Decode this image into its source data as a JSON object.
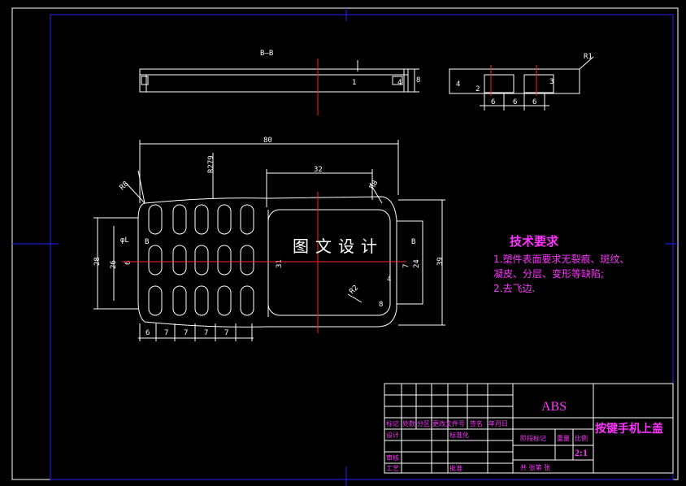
{
  "colors": {
    "background": "#000000",
    "outline": "#ffffff",
    "frame": "#2222ff",
    "centerline": "#ff2222",
    "text_magenta": "#ff33ff",
    "frame_cyan": "#00e5ff"
  },
  "section_label": "B—B",
  "watermark": "图文设计",
  "tech_requirements": {
    "title": "技术要求",
    "items": [
      "1.塑件表面要求无裂痕、斑纹、",
      "凝皮、分层、变形等缺陷;",
      "2.去飞边."
    ]
  },
  "dimensions": {
    "overall_width": "80",
    "window_width": "32",
    "radius_outline": "R279",
    "radius_corner": "R8",
    "radius_window": "R8",
    "radius_small": "R2",
    "radius_top": "R1",
    "height_overall": "39",
    "height_28": "28",
    "height_26": "26",
    "height_24": "24",
    "height_31": "31",
    "height_6": "6",
    "height_7": "7",
    "height_4": "4",
    "height_8": "8",
    "height_3": "3",
    "height_1": "1",
    "key_hole": "R8",
    "bottom_row": [
      "6",
      "7",
      "7",
      "7",
      "7"
    ],
    "side_row": [
      "6",
      "6",
      "6"
    ],
    "side_heights": [
      "4",
      "2",
      "3"
    ],
    "small_label_phi": "φL",
    "small_label_b": "B",
    "b_mark": "B"
  },
  "title_block": {
    "material": "ABS",
    "part_name": "按键手机上盖",
    "scale": "2:1",
    "labels": {
      "mark": "标记",
      "count": "处数",
      "zone": "分区",
      "doc_no": "更改文件号",
      "sign": "签名",
      "date": "年月日",
      "design": "设计",
      "standard": "标准化",
      "stage_mark": "阶段标记",
      "weight": "重量",
      "ratio": "比例",
      "review": "审核",
      "process": "工艺",
      "approve": "批准",
      "sheets": "共  张第  张"
    }
  }
}
